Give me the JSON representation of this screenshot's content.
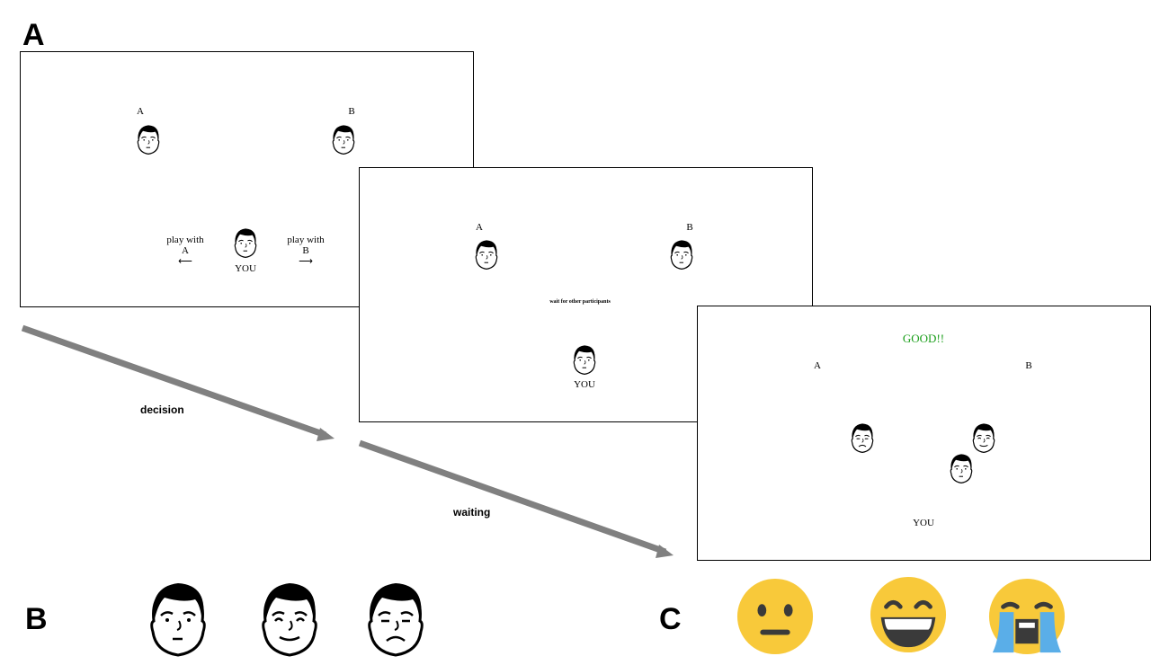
{
  "panel_letters": {
    "a": "A",
    "b": "B",
    "c": "C"
  },
  "decision_screen": {
    "player_a": "A",
    "player_b": "B",
    "play_with_a": "play with",
    "play_with_a_target": "A",
    "play_with_b": "play with",
    "play_with_b_target": "B",
    "you": "YOU",
    "arrow_left": "⟵",
    "arrow_right": "⟶"
  },
  "waiting_screen": {
    "player_a": "A",
    "player_b": "B",
    "message": "wait for other participants",
    "you": "YOU"
  },
  "feedback_screen": {
    "feedback": "GOOD!!",
    "feedback_color": "#1a9e1a",
    "player_a": "A",
    "player_b": "B",
    "you": "YOU"
  },
  "steps": {
    "decision": "decision",
    "waiting": "waiting"
  },
  "face_expressions": [
    "neutral",
    "happy",
    "sad"
  ],
  "emoji_expressions": [
    "neutral",
    "grinning",
    "crying"
  ]
}
